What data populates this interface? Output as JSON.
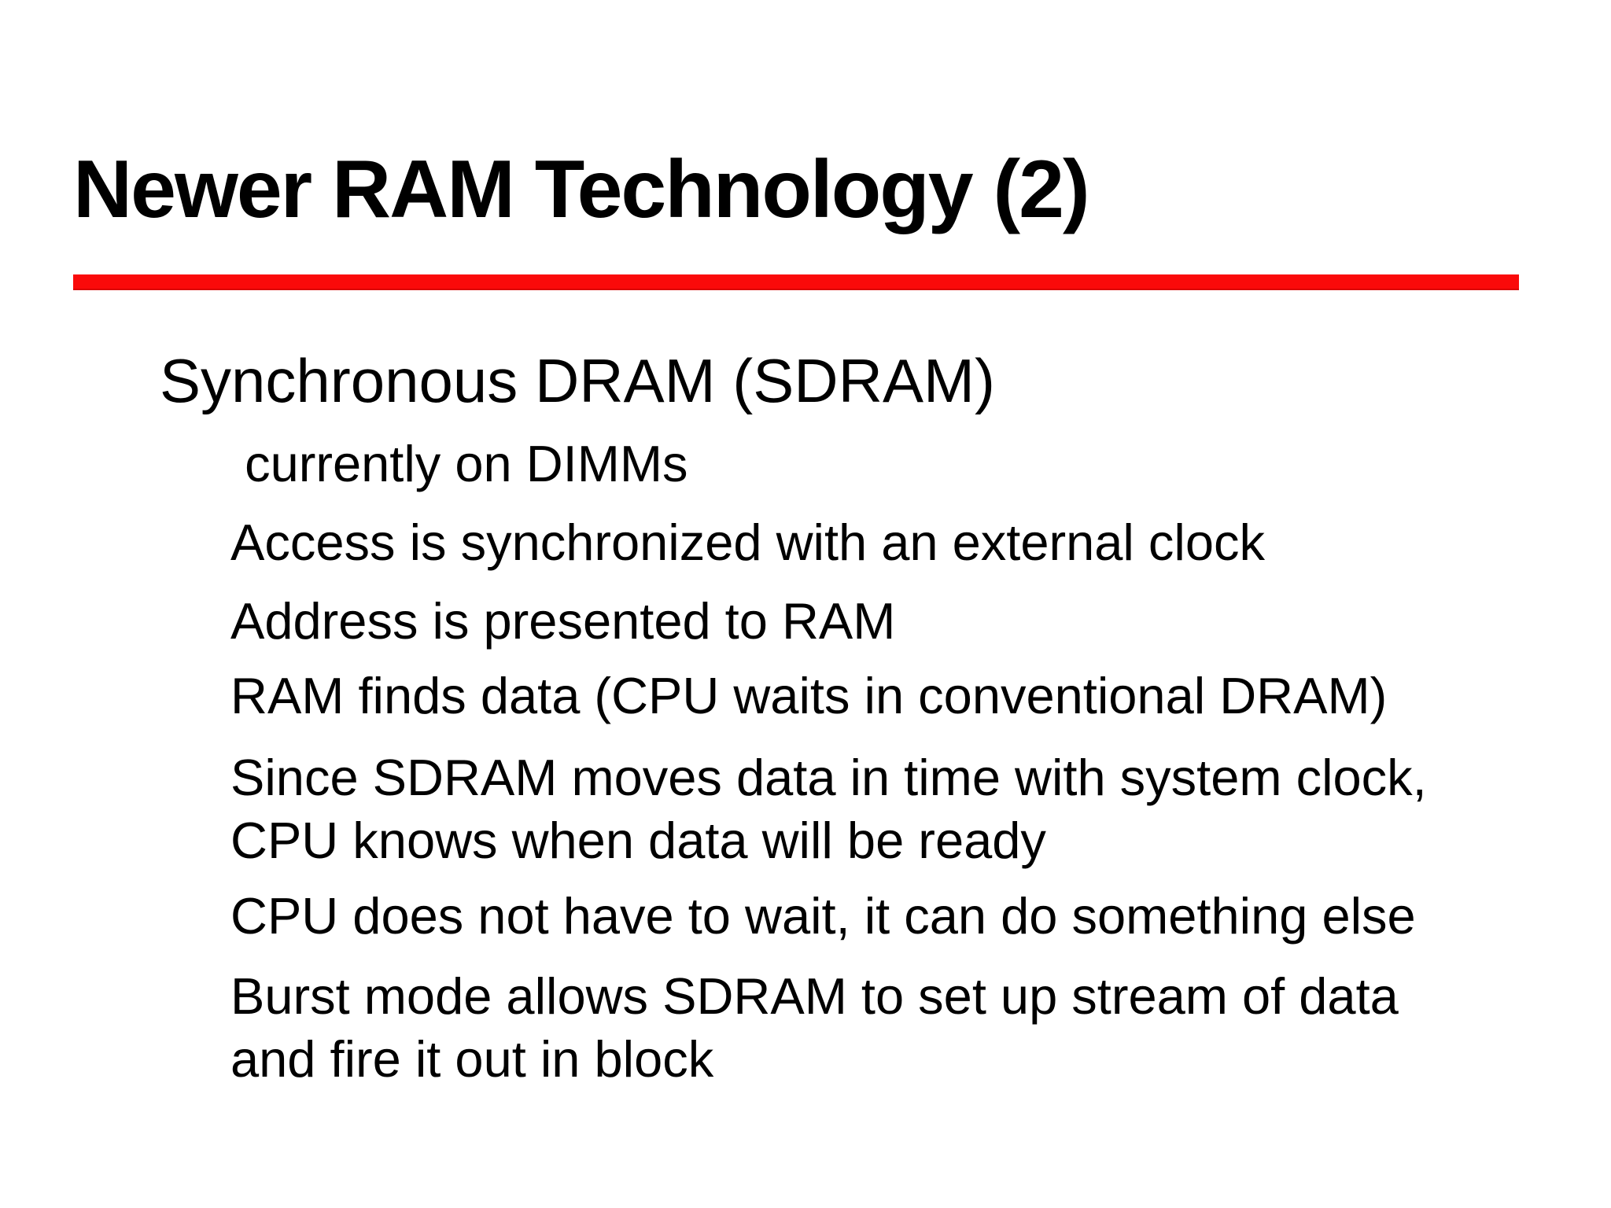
{
  "slide": {
    "title": "Newer RAM Technology (2)",
    "colors": {
      "background": "#ffffff",
      "text": "#000000",
      "accent_rule": "#fa0a0a"
    },
    "body": {
      "lines": [
        {
          "level": 1,
          "text": "Synchronous DRAM (SDRAM)"
        },
        {
          "level": 2,
          "text": " currently on DIMMs"
        },
        {
          "level": 2,
          "text": "Access is synchronized with an external clock"
        },
        {
          "level": 2,
          "text": "Address is presented to RAM"
        },
        {
          "level": 2,
          "text": "RAM finds data (CPU waits in conventional DRAM)"
        },
        {
          "level": 2,
          "text": "Since SDRAM moves data in time with system clock,\nCPU knows when data will be ready"
        },
        {
          "level": 2,
          "text": "CPU does not have to wait, it can do something else"
        },
        {
          "level": 2,
          "text": "Burst mode allows SDRAM to set up stream of data\nand fire it out in block"
        }
      ]
    }
  }
}
